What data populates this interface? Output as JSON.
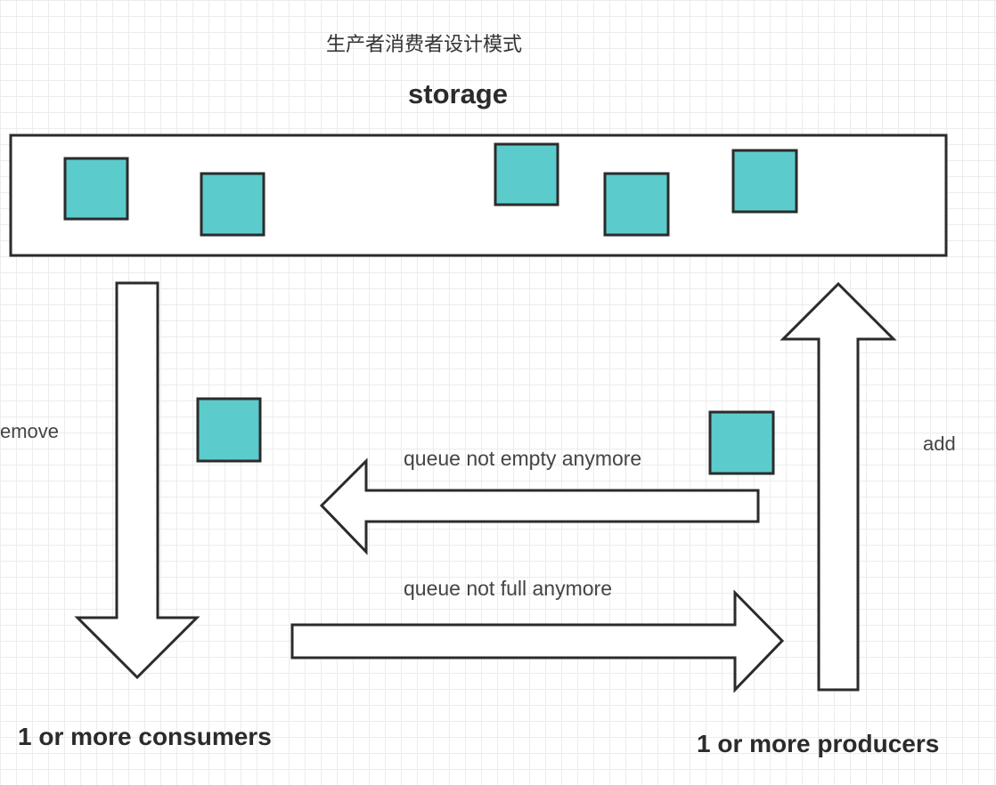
{
  "title": "生产者消费者设计模式",
  "storage": {
    "label": "storage"
  },
  "arrows": {
    "remove": "emove",
    "add": "add",
    "not_empty": "queue not empty anymore",
    "not_full": "queue not full anymore"
  },
  "consumers": {
    "label": "1 or more consumers"
  },
  "producers": {
    "label": "1 or more producers"
  },
  "colors": {
    "item_fill": "#5ccbcb",
    "stroke": "#2b2b2b",
    "grid": "#ececec"
  }
}
